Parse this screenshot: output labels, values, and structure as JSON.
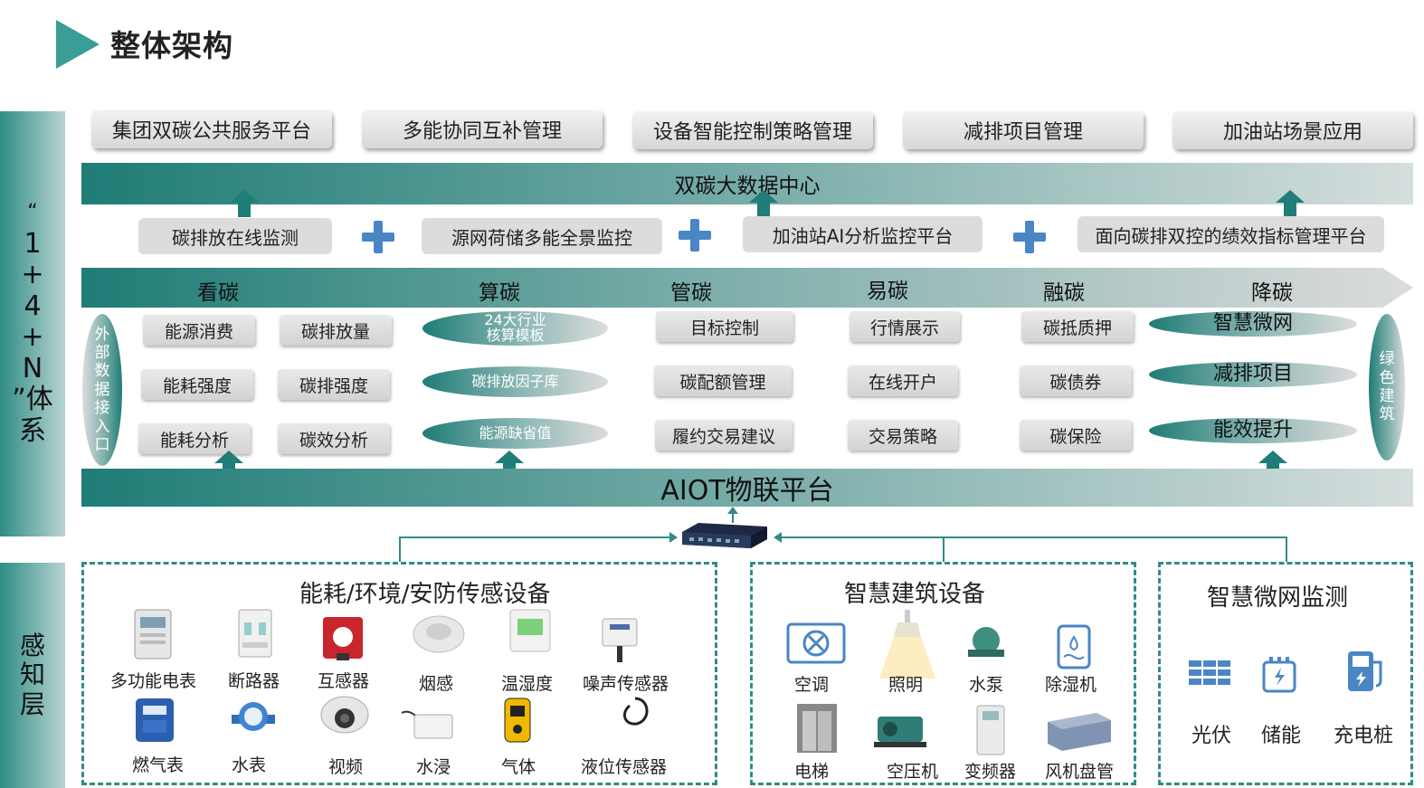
{
  "page": {
    "title": "整体架构"
  },
  "left_labels": {
    "system": [
      "“",
      "1",
      "+",
      "4",
      "+",
      "N",
      "”体",
      "系"
    ],
    "perception": [
      "感",
      "知",
      "层"
    ]
  },
  "top_apps": [
    "集团双碳公共服务平台",
    "多能协同互补管理",
    "设备智能控制策略管理",
    "减排项目管理",
    "加油站场景应用"
  ],
  "data_center": "双碳大数据中心",
  "monitors": [
    "碳排放在线监测",
    "源网荷储多能全景监控",
    "加油站AI分析监控平台",
    "面向碳排双控的绩效指标管理平台"
  ],
  "columns": [
    "看碳",
    "算碳",
    "管碳",
    "易碳",
    "融碳",
    "降碳"
  ],
  "side_ellipses": {
    "left": [
      "外",
      "部",
      "数",
      "据",
      "接",
      "入",
      "口"
    ],
    "right": [
      "绿",
      "色",
      "建",
      "筑"
    ]
  },
  "kan_tan": [
    [
      "能源消费",
      "碳排放量"
    ],
    [
      "能耗强度",
      "碳排强度"
    ],
    [
      "能耗分析",
      "碳效分析"
    ]
  ],
  "suan_tan": [
    "24大行业\n核算模板",
    "碳排放因子库",
    "能源缺省值"
  ],
  "guan_tan": [
    "目标控制",
    "碳配额管理",
    "履约交易建议"
  ],
  "yi_tan": [
    "行情展示",
    "在线开户",
    "交易策略"
  ],
  "rong_tan": [
    "碳抵质押",
    "碳债券",
    "碳保险"
  ],
  "jiang_tan": [
    "智慧微网",
    "减排项目",
    "能效提升"
  ],
  "aiot": "AIOT物联平台",
  "sections": {
    "sensors": {
      "title": "能耗/环境/安防传感设备",
      "row1": [
        "多功能电表",
        "断路器",
        "互感器",
        "烟感",
        "温湿度",
        "噪声传感器"
      ],
      "row2": [
        "燃气表",
        "水表",
        "视频",
        "水浸",
        "气体",
        "液位传感器"
      ]
    },
    "building": {
      "title": "智慧建筑设备",
      "row1": [
        "空调",
        "照明",
        "水泵",
        "除湿机"
      ],
      "row2": [
        "电梯",
        "空压机",
        "变频器",
        "风机盘管"
      ]
    },
    "microgrid": {
      "title": "智慧微网监测",
      "items": [
        "光伏",
        "储能",
        "充电桩"
      ]
    }
  },
  "colors": {
    "teal": "#1f7c76",
    "teal_light": "#3a9d96",
    "plus_blue": "#4a86c5",
    "dash": "#2f8c86"
  }
}
